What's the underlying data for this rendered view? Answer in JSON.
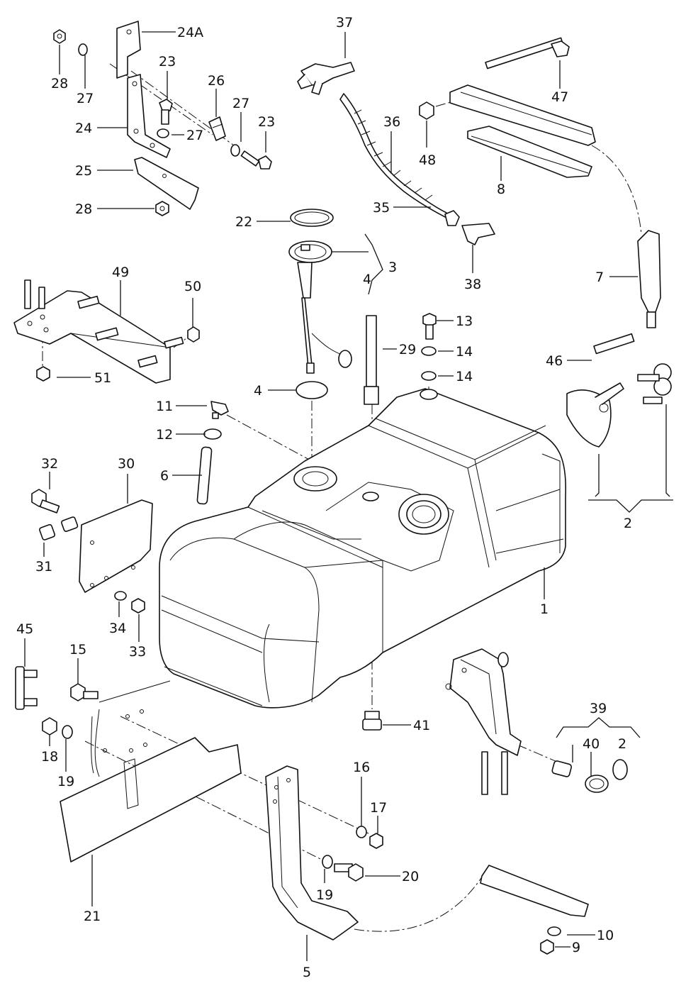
{
  "callouts": {
    "c1": "1",
    "c2a": "2",
    "c2b": "2",
    "c3": "3",
    "c4a": "4",
    "c4b": "4",
    "c5": "5",
    "c6": "6",
    "c7": "7",
    "c8": "8",
    "c9": "9",
    "c10": "10",
    "c11": "11",
    "c12": "12",
    "c13": "13",
    "c14a": "14",
    "c14b": "14",
    "c15": "15",
    "c16": "16",
    "c17": "17",
    "c18": "18",
    "c19a": "19",
    "c19b": "19",
    "c20": "20",
    "c21": "21",
    "c22": "22",
    "c23a": "23",
    "c23b": "23",
    "c24": "24",
    "c24A": "24A",
    "c25": "25",
    "c26": "26",
    "c27a": "27",
    "c27b": "27",
    "c27c": "27",
    "c28a": "28",
    "c28b": "28",
    "c29": "29",
    "c30": "30",
    "c31": "31",
    "c32": "32",
    "c33": "33",
    "c34": "34",
    "c35": "35",
    "c36": "36",
    "c37": "37",
    "c38": "38",
    "c39": "39",
    "c40": "40",
    "c41": "41",
    "c45": "45",
    "c46": "46",
    "c47": "47",
    "c48": "48",
    "c49": "49",
    "c50": "50",
    "c51": "51"
  }
}
